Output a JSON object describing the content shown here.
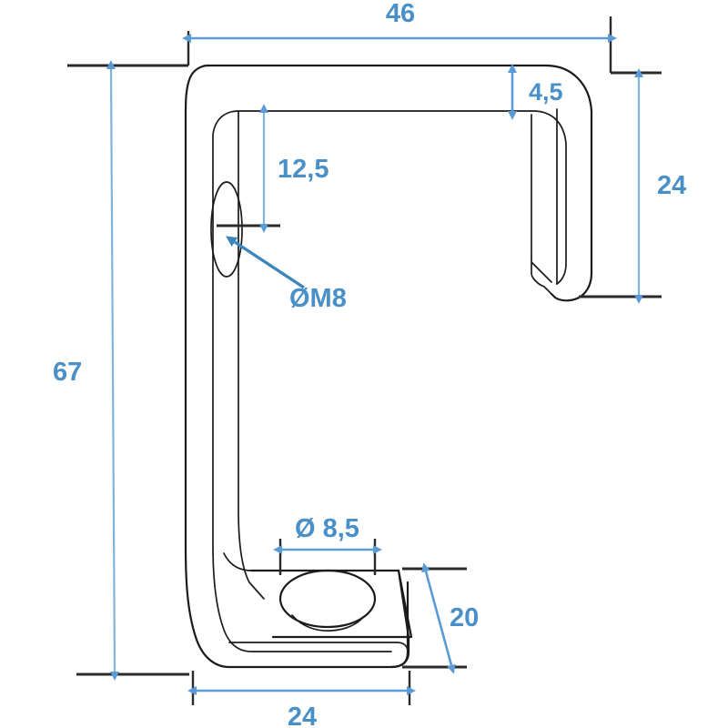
{
  "drawing": {
    "title": "Hook bracket technical drawing",
    "units": "mm",
    "accent_color": "#4a90c8",
    "dim_line_color": "#5b9bd5",
    "part_line_color": "#1b1b1b",
    "background": "#ffffff"
  },
  "dimensions": {
    "overall_width": "46",
    "overall_height": "67",
    "flange_thickness": "4,5",
    "right_leg_height": "24",
    "thread_center_offset": "12,5",
    "thread_spec": "ØM8",
    "base_hole": "Ø 8,5",
    "base_depth": "20",
    "base_width": "24"
  },
  "labels": [
    {
      "name": "overall-width",
      "text": "46"
    },
    {
      "name": "flange-thickness",
      "text": "4,5"
    },
    {
      "name": "right-leg-height",
      "text": "24"
    },
    {
      "name": "thread-center-offset",
      "text": "12,5"
    },
    {
      "name": "thread-spec",
      "text": "ØM8"
    },
    {
      "name": "overall-height",
      "text": "67"
    },
    {
      "name": "base-hole-diameter",
      "text": "Ø 8,5"
    },
    {
      "name": "base-depth",
      "text": "20"
    },
    {
      "name": "base-width",
      "text": "24"
    }
  ]
}
